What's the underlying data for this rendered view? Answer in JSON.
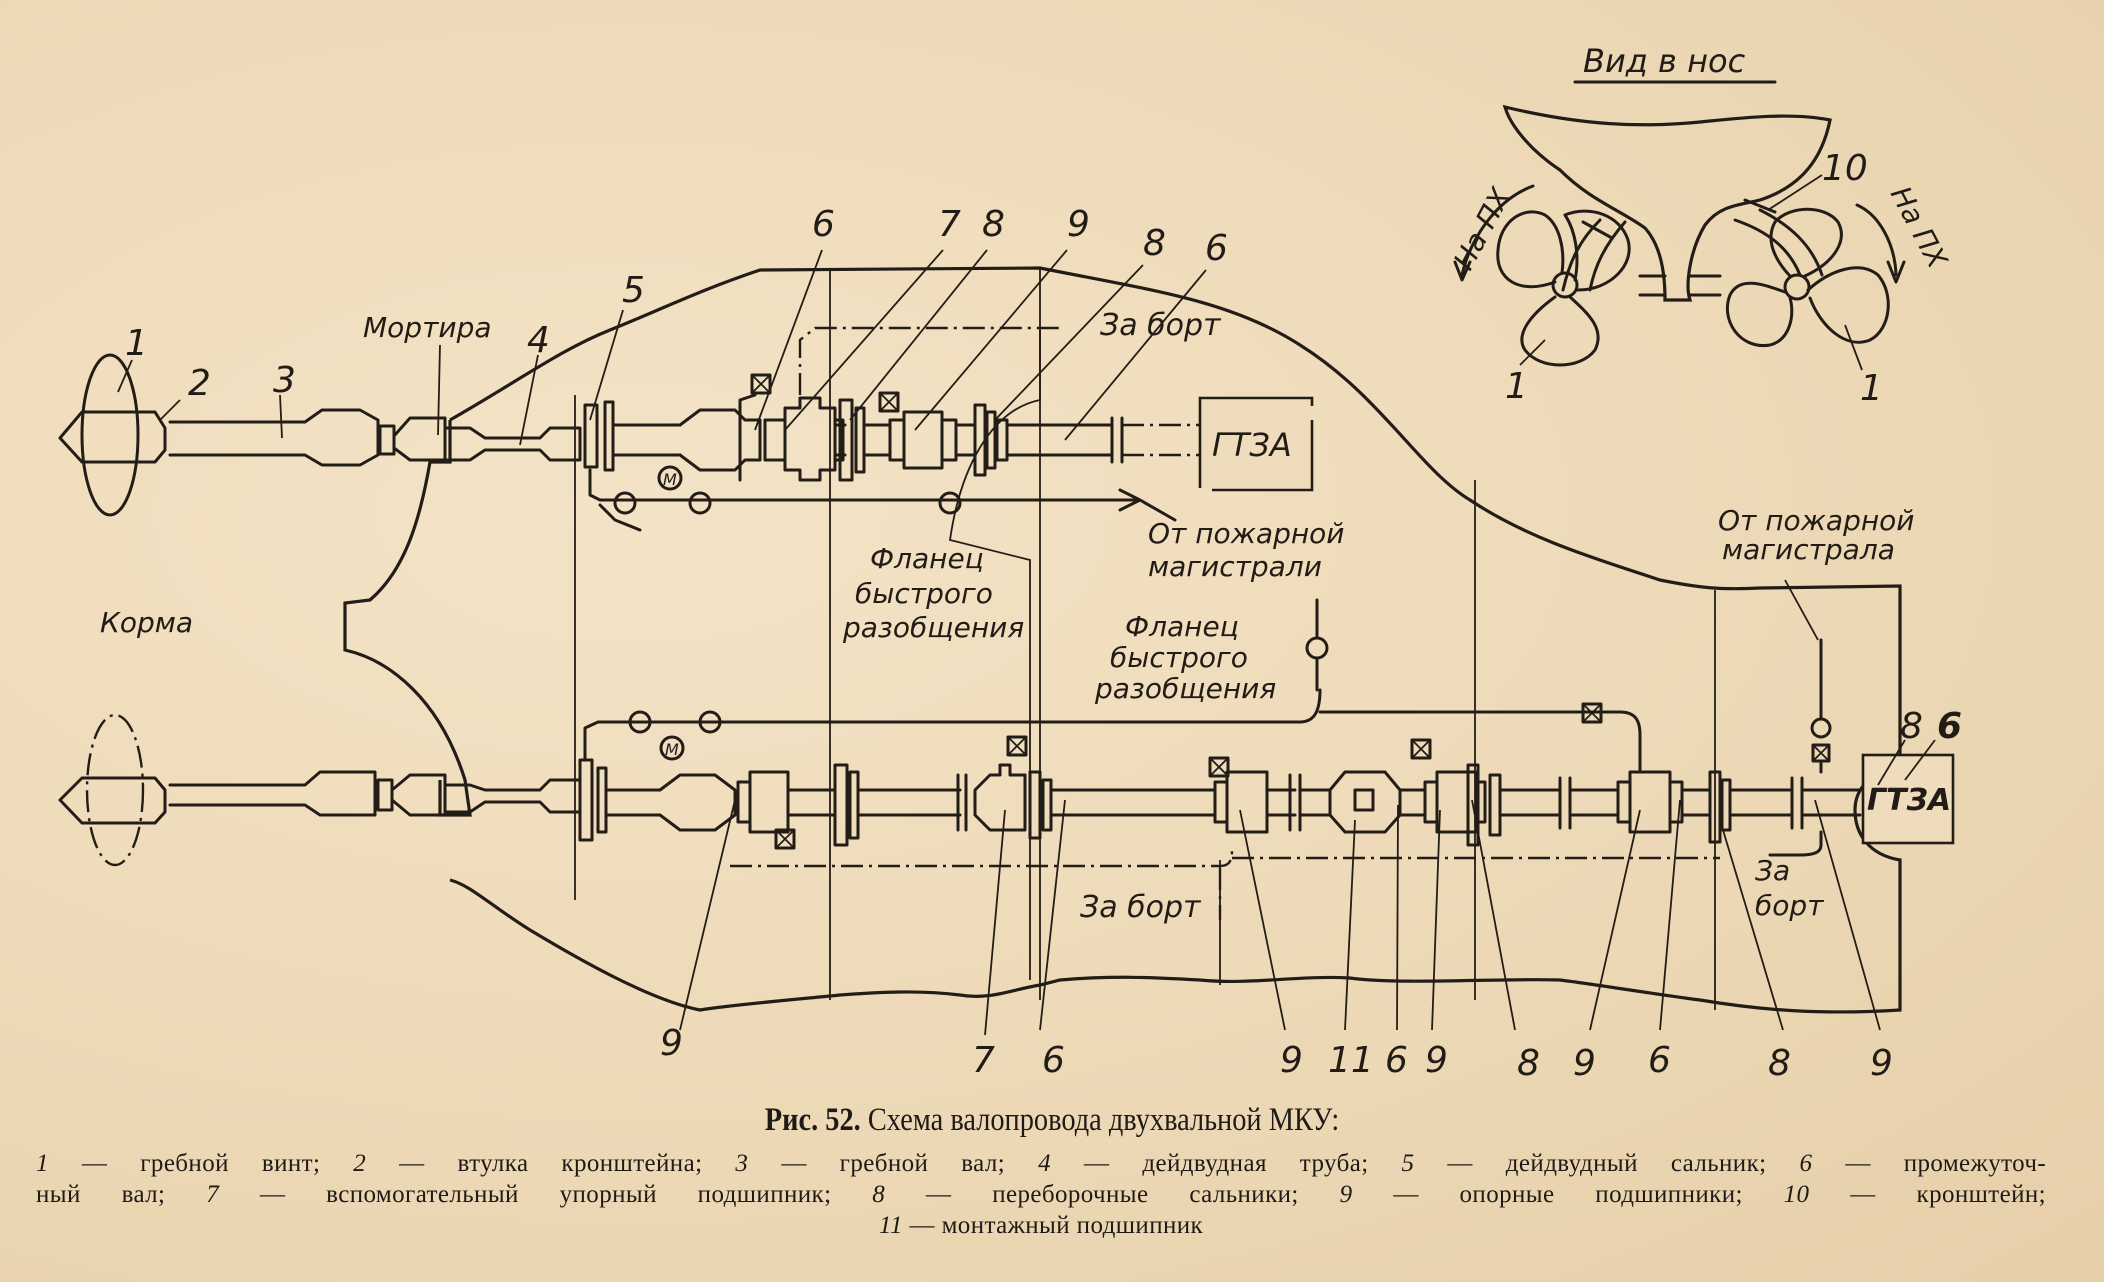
{
  "figure": {
    "number": "Рис. 52.",
    "title": "Схема валопровода двухвальной МКУ:"
  },
  "labels": {
    "view_title": "Вид в нос",
    "mortira": "Мортира",
    "korma": "Корма",
    "gtza": "ГТЗА",
    "za_bort": "За борт",
    "za": "За",
    "bort": "борт",
    "na_pkh": "На ПХ",
    "ot_pozharnoy": "От пожарной",
    "magistrali": "магистрали",
    "magistrala": "магистрала",
    "flanets": "Фланец",
    "bystrogo": "быстрого",
    "razobshcheniya": "разобщения",
    "motor_symbol": "М"
  },
  "callouts": {
    "top_shaft": [
      "1",
      "2",
      "3",
      "4",
      "5",
      "6",
      "7",
      "8",
      "9",
      "8",
      "6"
    ],
    "bottom_shaft": [
      "9",
      "7",
      "6",
      "9",
      "11",
      "6",
      "9",
      "8",
      "9",
      "6",
      "8",
      "9"
    ],
    "bottom_right": [
      "8",
      "6"
    ],
    "bow_view": [
      "10",
      "1",
      "1"
    ]
  },
  "legend": [
    {
      "num": "1",
      "text": "— гребной винт;"
    },
    {
      "num": "2",
      "text": "— втулка кронштейна;"
    },
    {
      "num": "3",
      "text": "— гребной вал;"
    },
    {
      "num": "4",
      "text": "— дейдвудная труба;"
    },
    {
      "num": "5",
      "text": "— дейдвудный сальник;"
    },
    {
      "num": "6",
      "text": "— промежуточ-"
    },
    {
      "num": "",
      "text": "ный вал;"
    },
    {
      "num": "7",
      "text": "— вспомогательный упорный подшипник;"
    },
    {
      "num": "8",
      "text": "— переборочные сальники;"
    },
    {
      "num": "9",
      "text": "— опорные подшипники;"
    },
    {
      "num": "10",
      "text": "— кронштейн;"
    },
    {
      "num": "11",
      "text": "— монтажный подшипник"
    }
  ],
  "colors": {
    "paper": "#efdcbc",
    "ink": "#231d17"
  }
}
